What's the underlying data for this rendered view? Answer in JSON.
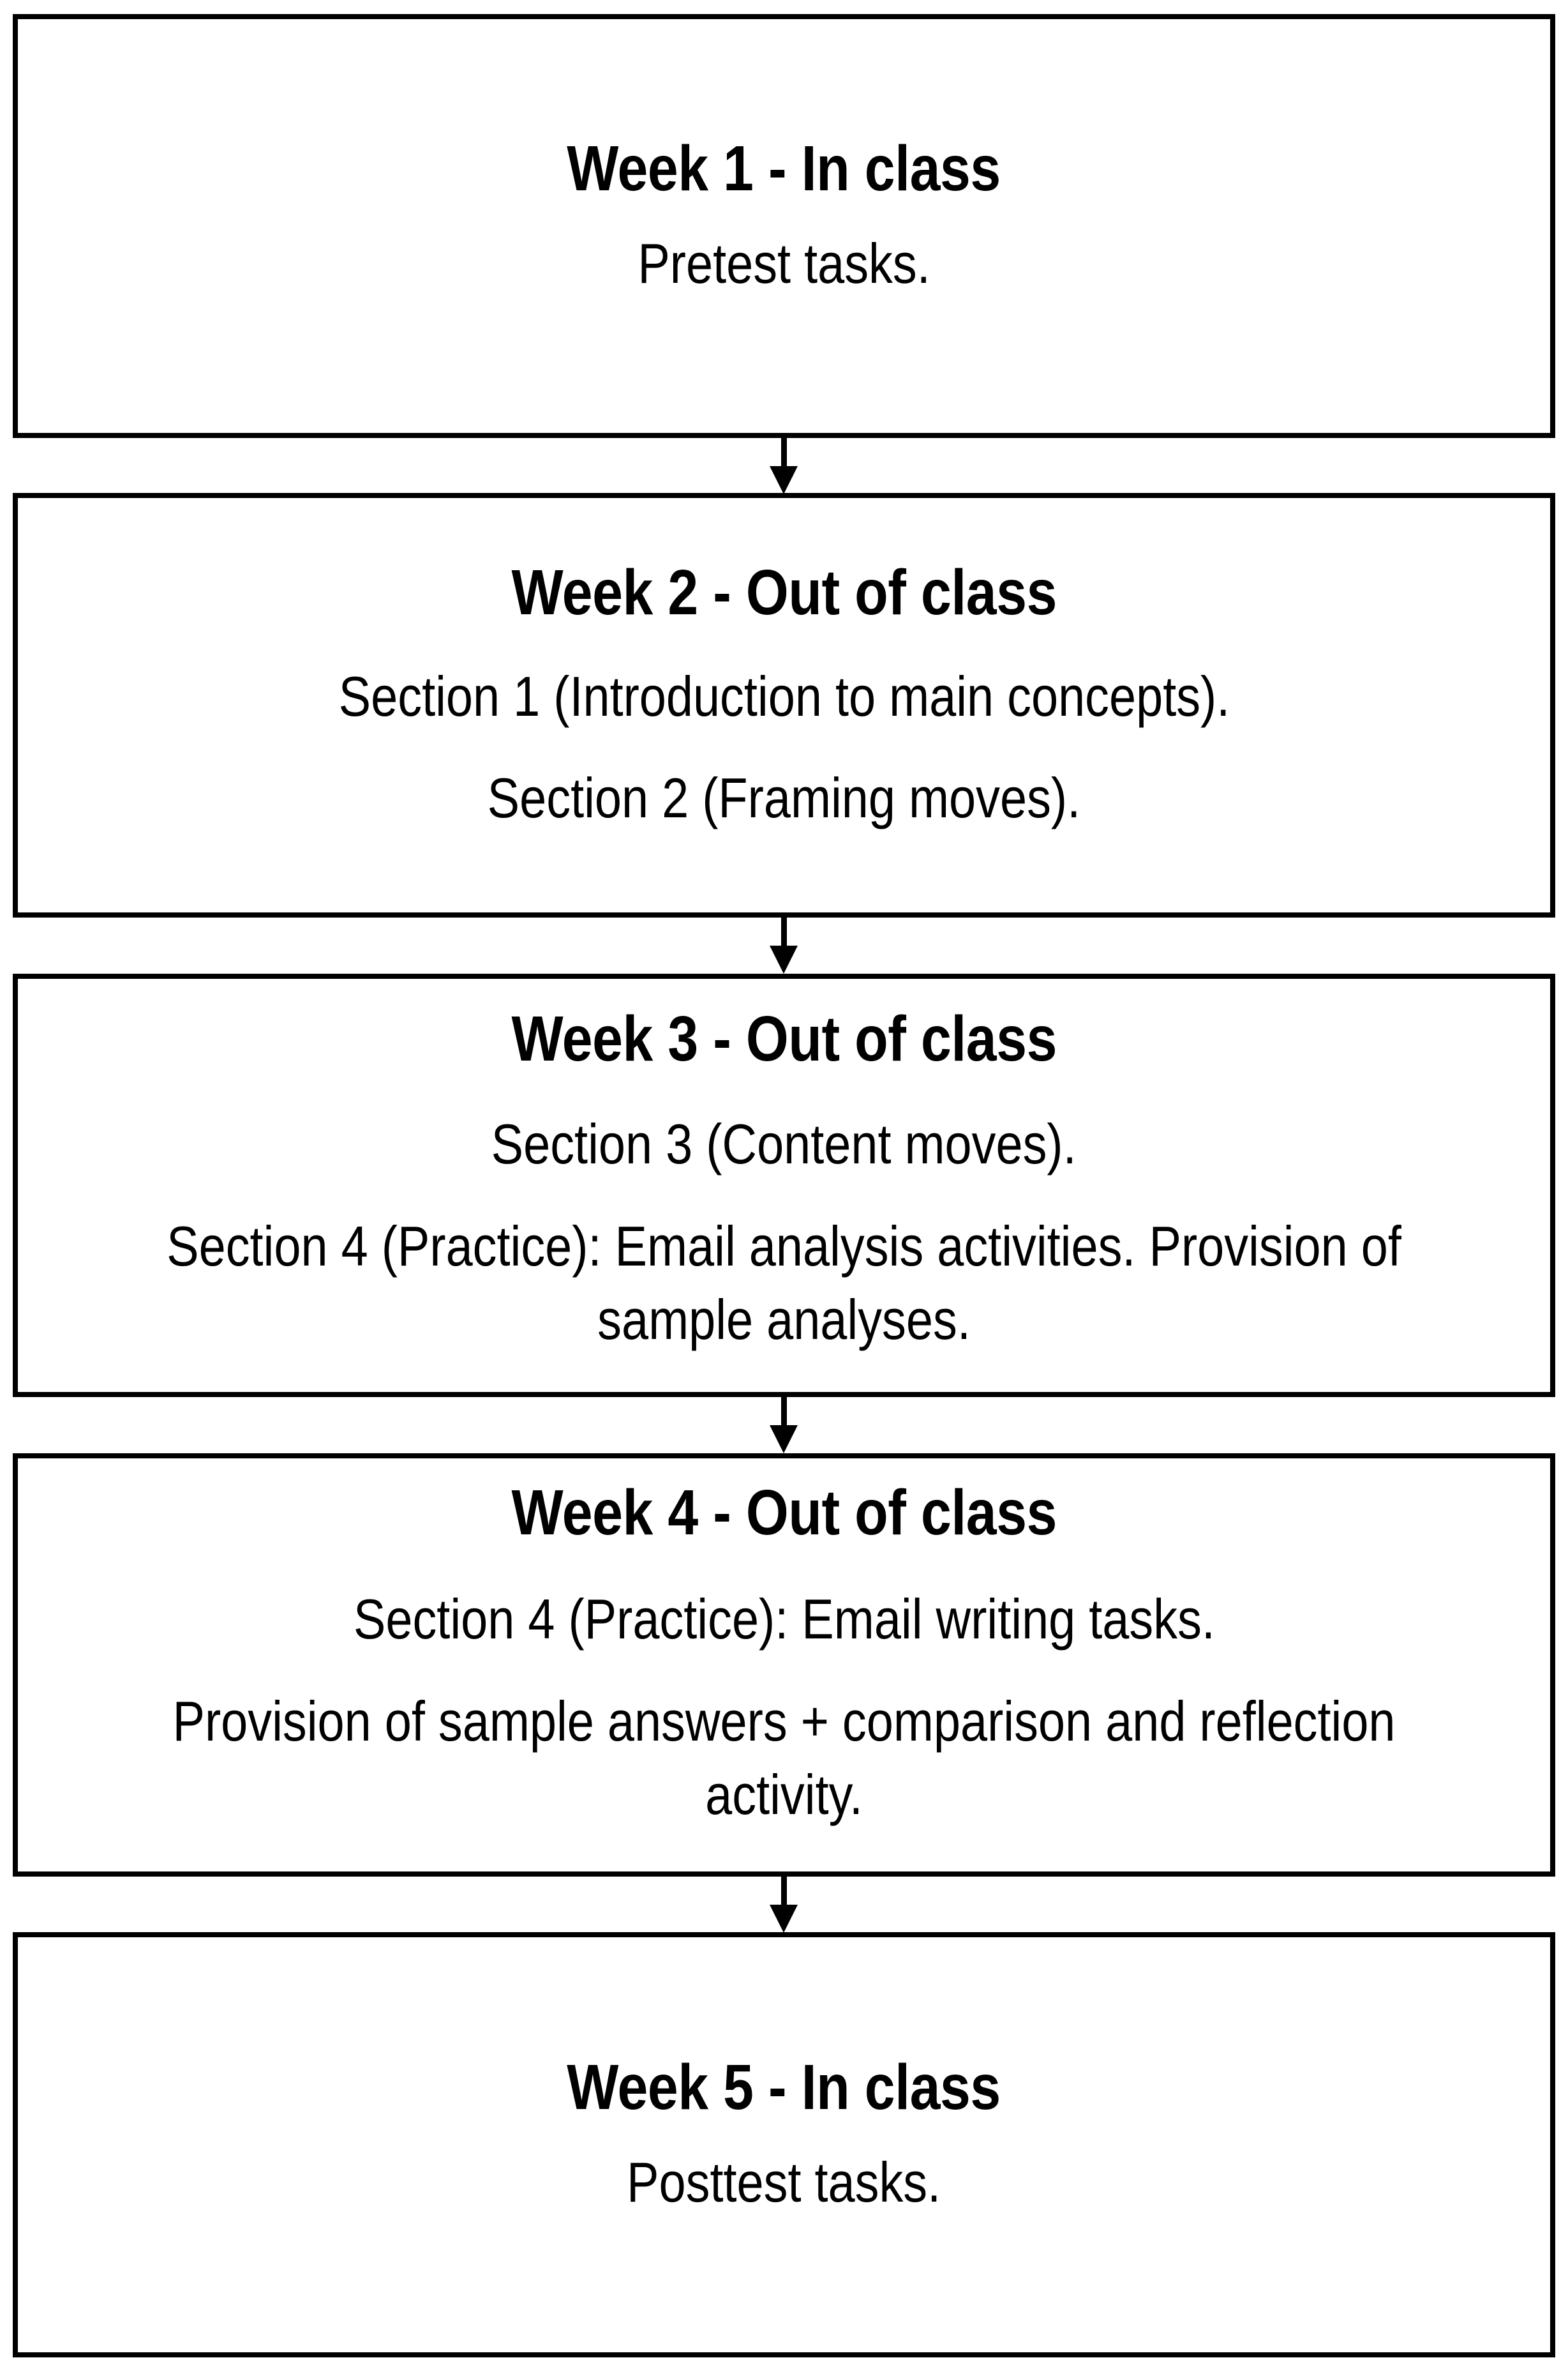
{
  "diagram": {
    "type": "flowchart",
    "orientation": "vertical",
    "background_color": "#ffffff",
    "border_color": "#000000",
    "text_color": "#000000",
    "connector": {
      "shape": "down-arrow",
      "count": 4,
      "color": "#000000"
    },
    "steps": [
      {
        "id": "week-1",
        "title": "Week 1 - In class",
        "lines": [
          "Pretest tasks."
        ]
      },
      {
        "id": "week-2",
        "title": "Week 2 - Out of class",
        "lines": [
          "Section 1 (Introduction to main concepts).",
          "Section 2 (Framing moves)."
        ]
      },
      {
        "id": "week-3",
        "title": "Week 3 - Out of class",
        "lines": [
          "Section 3 (Content moves).",
          "Section 4 (Practice): Email analysis activities. Provision of sample analyses."
        ]
      },
      {
        "id": "week-4",
        "title": "Week 4 - Out of class",
        "lines": [
          "Section 4 (Practice): Email writing tasks.",
          "Provision of sample answers + comparison and reflection activity."
        ]
      },
      {
        "id": "week-5",
        "title": "Week 5 - In class",
        "lines": [
          "Posttest tasks."
        ]
      }
    ]
  }
}
